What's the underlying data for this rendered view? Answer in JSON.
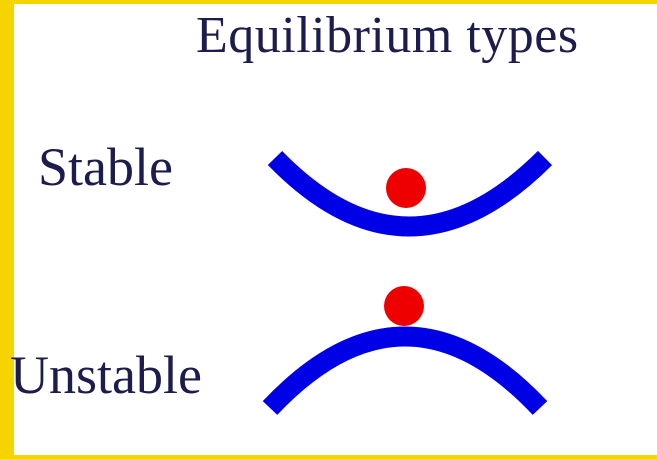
{
  "title": "Equilibrium types",
  "labels": {
    "stable": "Stable",
    "unstable": "Unstable"
  },
  "colors": {
    "frame_border": "#f5d400",
    "text": "#1d1d4d",
    "curve": "#0000e6",
    "ball": "#ee0000",
    "background": "#ffffff"
  }
}
